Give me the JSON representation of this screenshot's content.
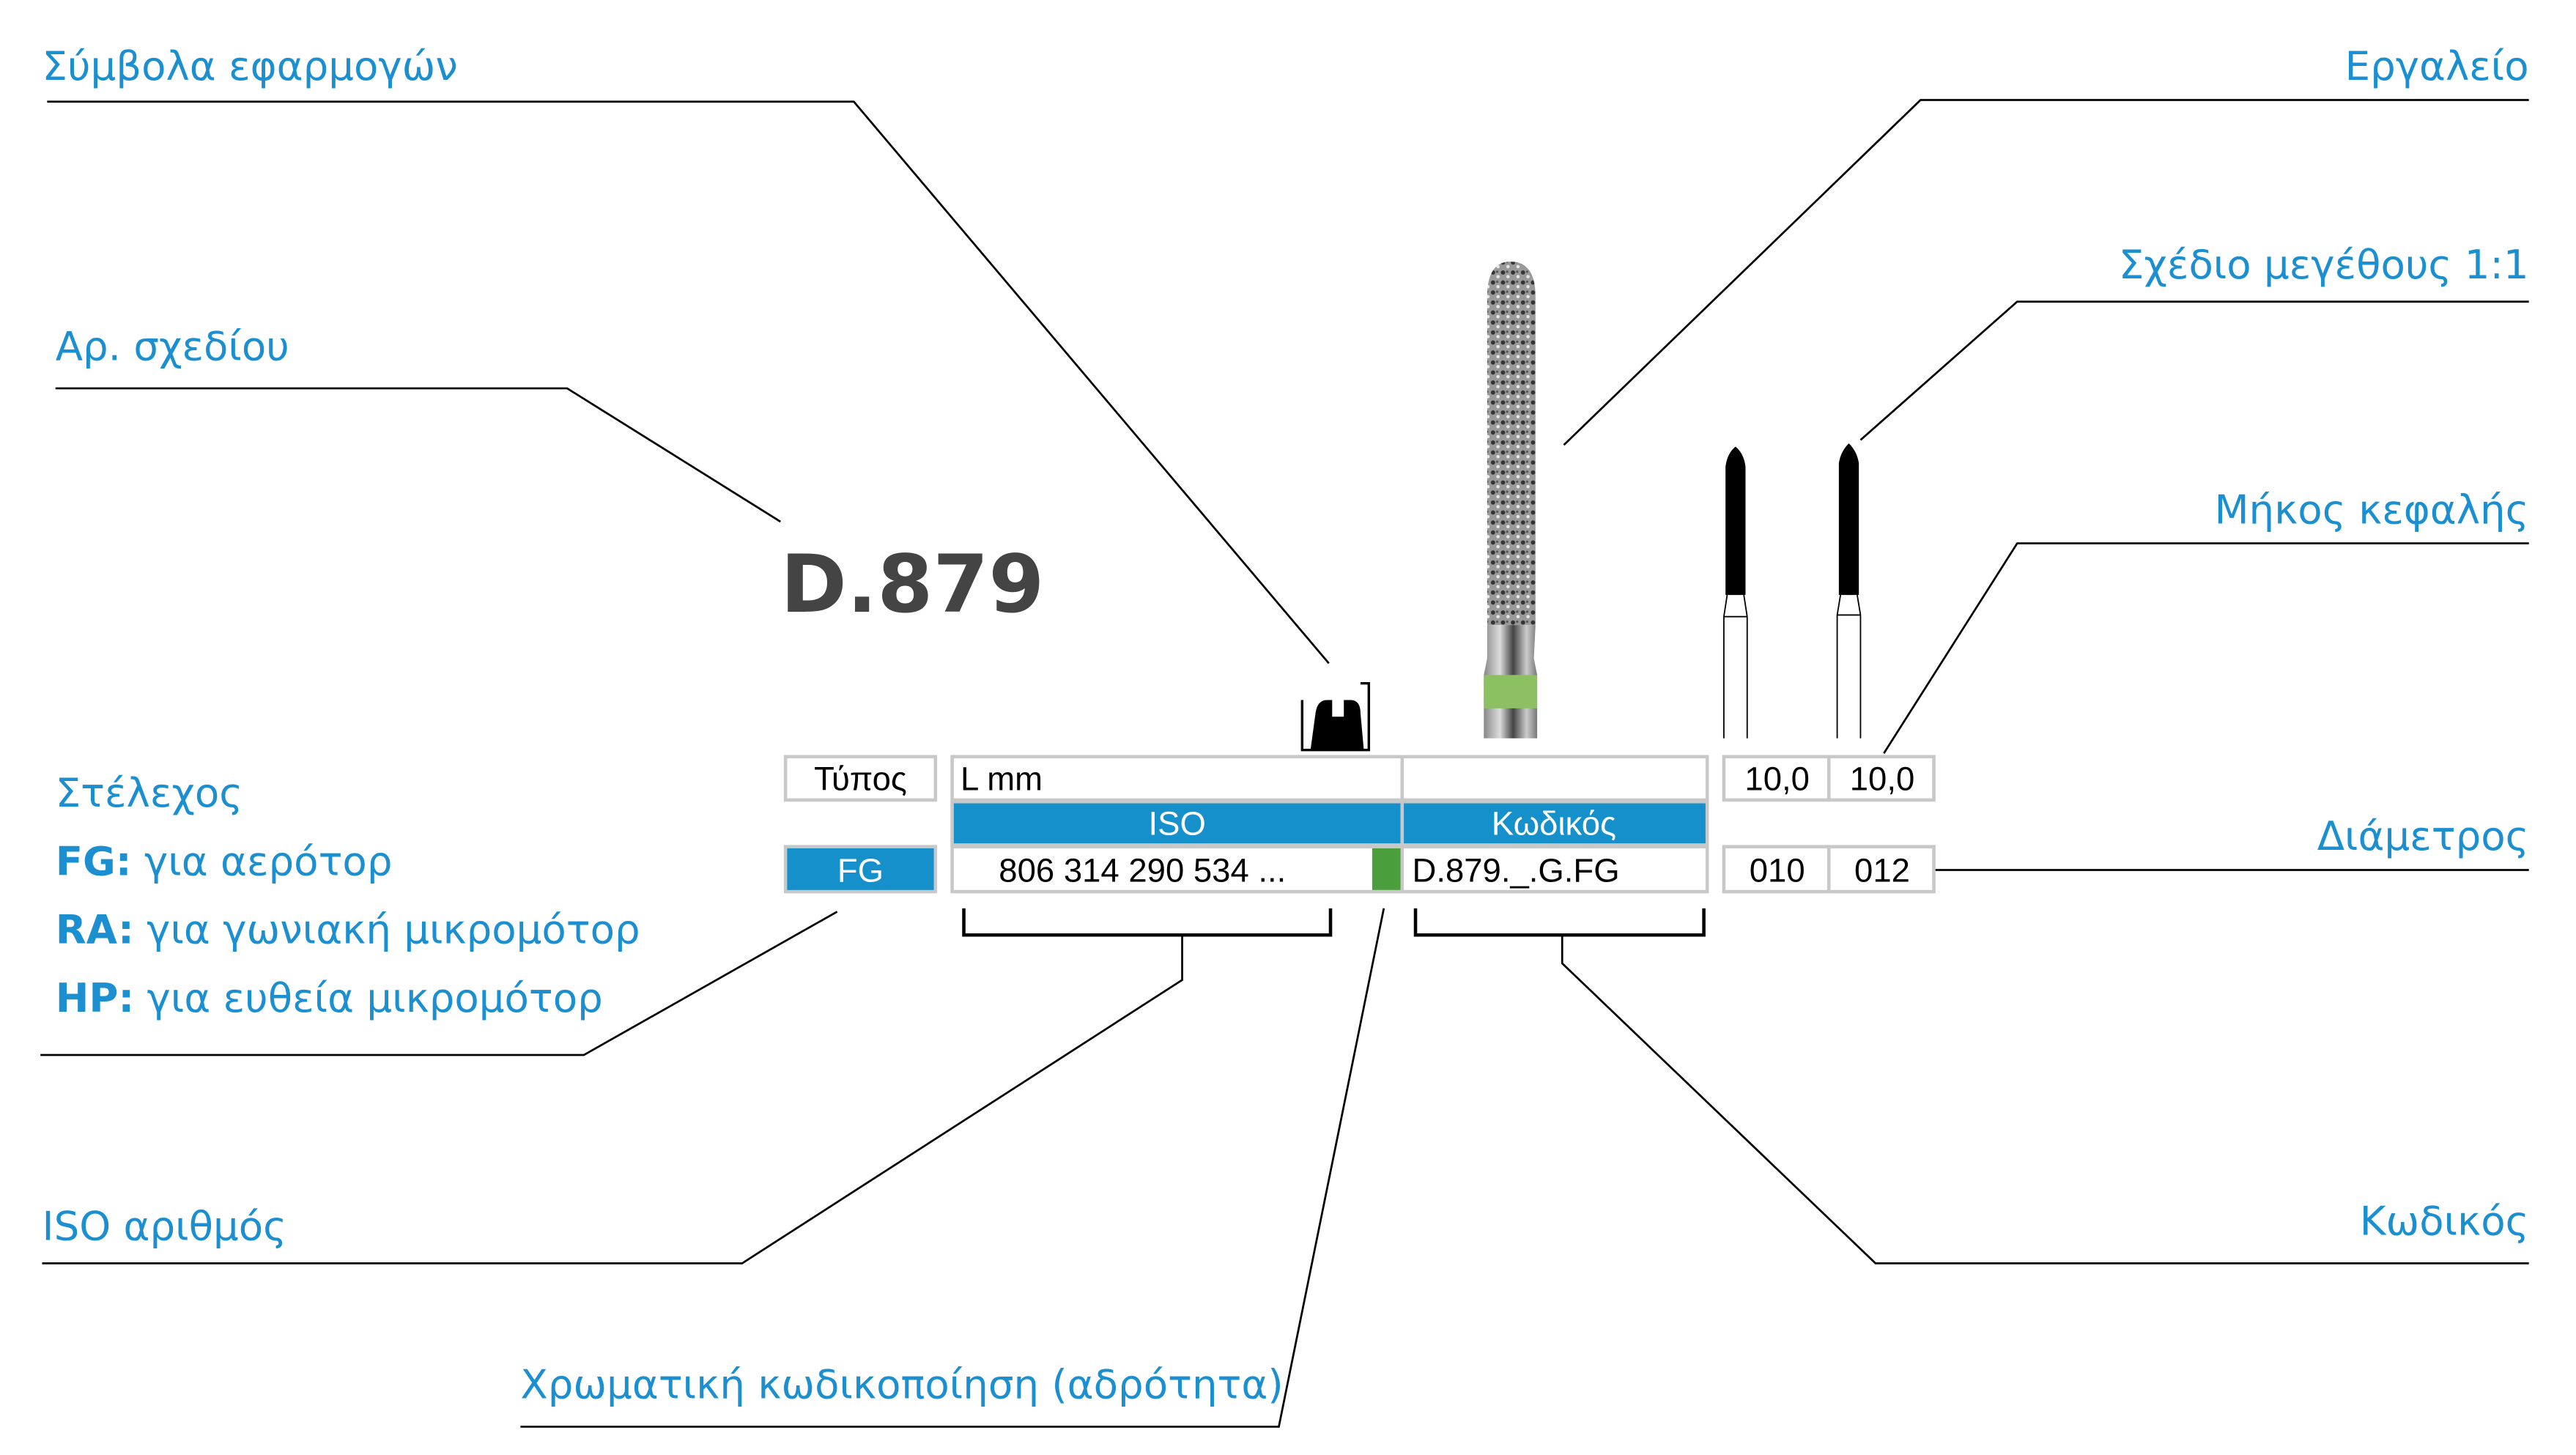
{
  "callouts": {
    "application_symbols": "Σύμβολα εφαρμογών",
    "design_number": "Αρ. σχεδίου",
    "tool": "Εργαλείο",
    "size_drawing": "Σχέδιο μεγέθους 1:1",
    "head_length": "Μήκος κεφαλής",
    "diameter": "Διάμετρος",
    "code": "Κωδικός",
    "iso_number": "ISO αριθμός",
    "color_coding": "Χρωματική κωδικοποίηση (αδρότητα)",
    "shank": {
      "title": "Στέλεχος",
      "items": [
        {
          "abbr": "FG:",
          "text": " για αερότορ"
        },
        {
          "abbr": "RA:",
          "text": " για γωνιακή μικρομότορ"
        },
        {
          "abbr": "HP:",
          "text": " για ευθεία μικρομότορ"
        }
      ]
    }
  },
  "design_title": "D.879",
  "table": {
    "type_label": "Τύπος",
    "length_label": "L mm",
    "iso_header": "ISO",
    "code_header": "Κωδικός",
    "type_value": "FG",
    "iso_value": "806 314 290 534 ...",
    "code_value": "D.879._.G.FG",
    "grit_color": "#4a9e3c",
    "lengths": [
      "10,0",
      "10,0"
    ],
    "diameters": [
      "010",
      "012"
    ]
  },
  "colors": {
    "accent": "#1690cb",
    "callout_text": "#1b8fd0"
  }
}
